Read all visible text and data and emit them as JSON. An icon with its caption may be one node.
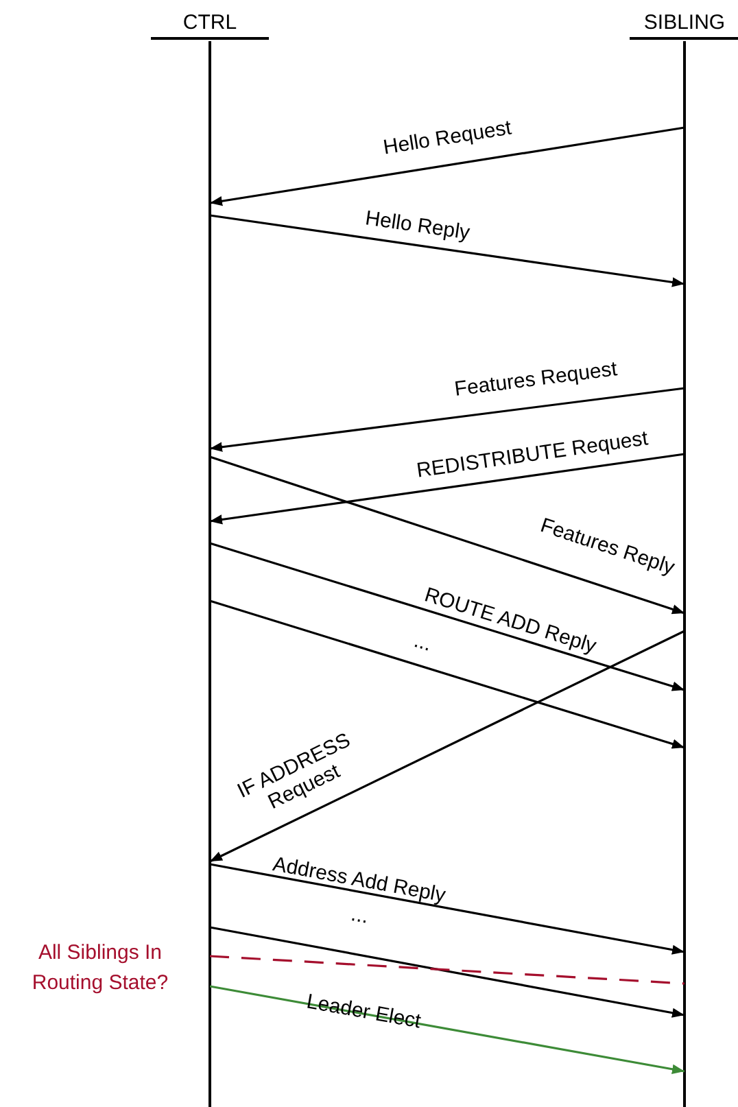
{
  "diagram": {
    "nodes": [
      {
        "text": [
          "CTRL"
        ]
      },
      {
        "text": [
          "SIBLING"
        ]
      }
    ],
    "edges": [
      {
        "from": 1,
        "to": 0,
        "arrow": "to",
        "label": "Hello Request"
      },
      {
        "from": 0,
        "to": 1,
        "arrow": "to",
        "label": "Hello Reply"
      },
      {
        "from": 1,
        "to": 0,
        "arrow": "to",
        "label": "Features Request"
      },
      {
        "from": 1,
        "to": 0,
        "arrow": "to",
        "label": "REDISTRIBUTE Request"
      },
      {
        "from": 0,
        "to": 1,
        "arrow": "to",
        "label": "Features Reply"
      },
      {
        "from": 0,
        "to": 1,
        "arrow": "to",
        "label": "ROUTE ADD Reply"
      },
      {
        "from": 0,
        "to": 1,
        "arrow": "to",
        "label": "..."
      },
      {
        "from": 1,
        "to": 0,
        "arrow": "to",
        "label": "IF ADDRESS Request"
      },
      {
        "from": 0,
        "to": 1,
        "arrow": "to",
        "label": "Address Add Reply"
      },
      {
        "from": 0,
        "to": 1,
        "arrow": "to",
        "label": "..."
      },
      {
        "from": 0,
        "to": 1,
        "arrow": "none",
        "style": "dashed",
        "color": "#a50f2d"
      },
      {
        "from": 0,
        "to": 1,
        "arrow": "to",
        "label": "Leader Elect",
        "color": "#3d8b37"
      }
    ],
    "labels": [
      "All Siblings In Routing State?"
    ]
  }
}
